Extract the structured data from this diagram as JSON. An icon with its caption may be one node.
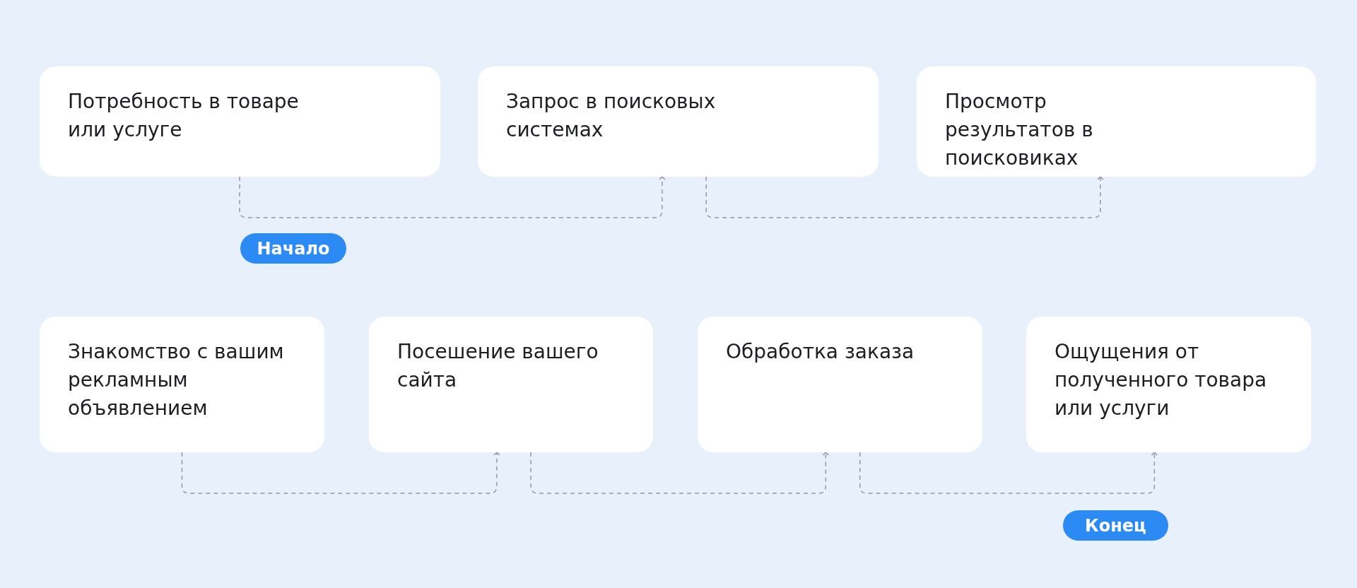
{
  "diagram": {
    "nodes": [
      {
        "text": [
          "Потребность в товаре или услуге"
        ]
      },
      {
        "text": [
          "Запрос в поисковых системах"
        ]
      },
      {
        "text": [
          "Просмотр результатов в поисковиках"
        ]
      },
      {
        "text": [
          "Начало"
        ]
      },
      {
        "text": [
          "Знакомство с вашим рекламным объявлением"
        ]
      },
      {
        "text": [
          "Посешение вашего сайта"
        ]
      },
      {
        "text": [
          "Обработка заказа"
        ]
      },
      {
        "text": [
          "Ощущения от полученного товара или услуги"
        ]
      },
      {
        "text": [
          "Конец"
        ]
      }
    ],
    "edges": [
      {
        "from": 0,
        "to": 1,
        "arrow": "to",
        "style": "dashed"
      },
      {
        "from": 1,
        "to": 2,
        "arrow": "to",
        "style": "dashed"
      },
      {
        "from": 4,
        "to": 5,
        "arrow": "to",
        "style": "dashed"
      },
      {
        "from": 5,
        "to": 6,
        "arrow": "to",
        "style": "dashed"
      },
      {
        "from": 6,
        "to": 7,
        "arrow": "to",
        "style": "dashed"
      }
    ]
  }
}
